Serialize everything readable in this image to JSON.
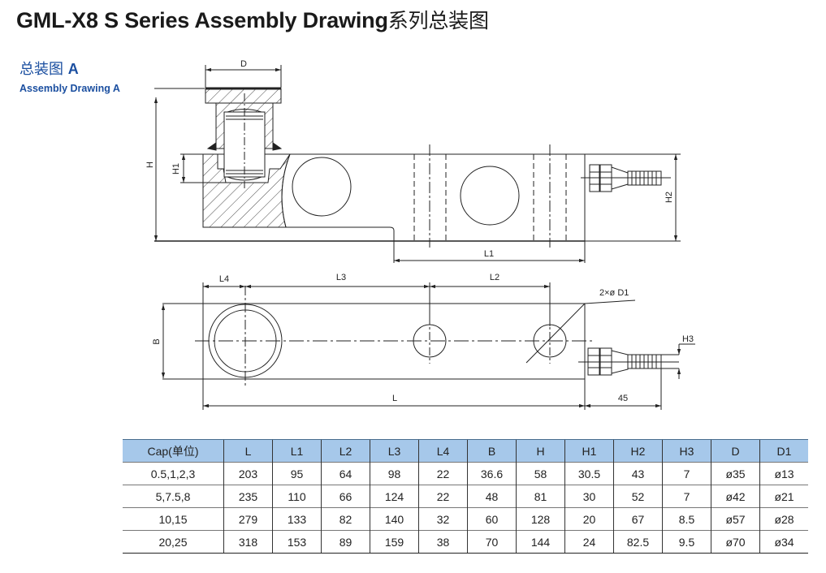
{
  "header": {
    "title_en": "GML-X8 S Series Assembly Drawing",
    "title_cn": "系列总装图"
  },
  "section": {
    "label_cn": "总装图",
    "label_letter": "A",
    "label_en": "Assembly Drawing A"
  },
  "drawing": {
    "labels": {
      "D": "D",
      "H": "H",
      "H1": "H1",
      "H2": "H2",
      "H3": "H3",
      "L": "L",
      "L1": "L1",
      "L2": "L2",
      "L3": "L3",
      "L4": "L4",
      "B": "B",
      "hole_note": "2×ø D1",
      "cable_length": "45"
    }
  },
  "table": {
    "columns": [
      "Cap(单位)",
      "L",
      "L1",
      "L2",
      "L3",
      "L4",
      "B",
      "H",
      "H1",
      "H2",
      "H3",
      "D",
      "D1"
    ],
    "rows": [
      [
        "0.5,1,2,3",
        "203",
        "95",
        "64",
        "98",
        "22",
        "36.6",
        "58",
        "30.5",
        "43",
        "7",
        "ø35",
        "ø13"
      ],
      [
        "5,7.5,8",
        "235",
        "110",
        "66",
        "124",
        "22",
        "48",
        "81",
        "30",
        "52",
        "7",
        "ø42",
        "ø21"
      ],
      [
        "10,15",
        "279",
        "133",
        "82",
        "140",
        "32",
        "60",
        "128",
        "20",
        "67",
        "8.5",
        "ø57",
        "ø28"
      ],
      [
        "20,25",
        "318",
        "153",
        "89",
        "159",
        "38",
        "70",
        "144",
        "24",
        "82.5",
        "9.5",
        "ø70",
        "ø34"
      ]
    ],
    "header_color": "#a6c8ea"
  },
  "colors": {
    "title": "#1a1a1a",
    "section_blue": "#1b4fa0",
    "line": "#222222"
  }
}
